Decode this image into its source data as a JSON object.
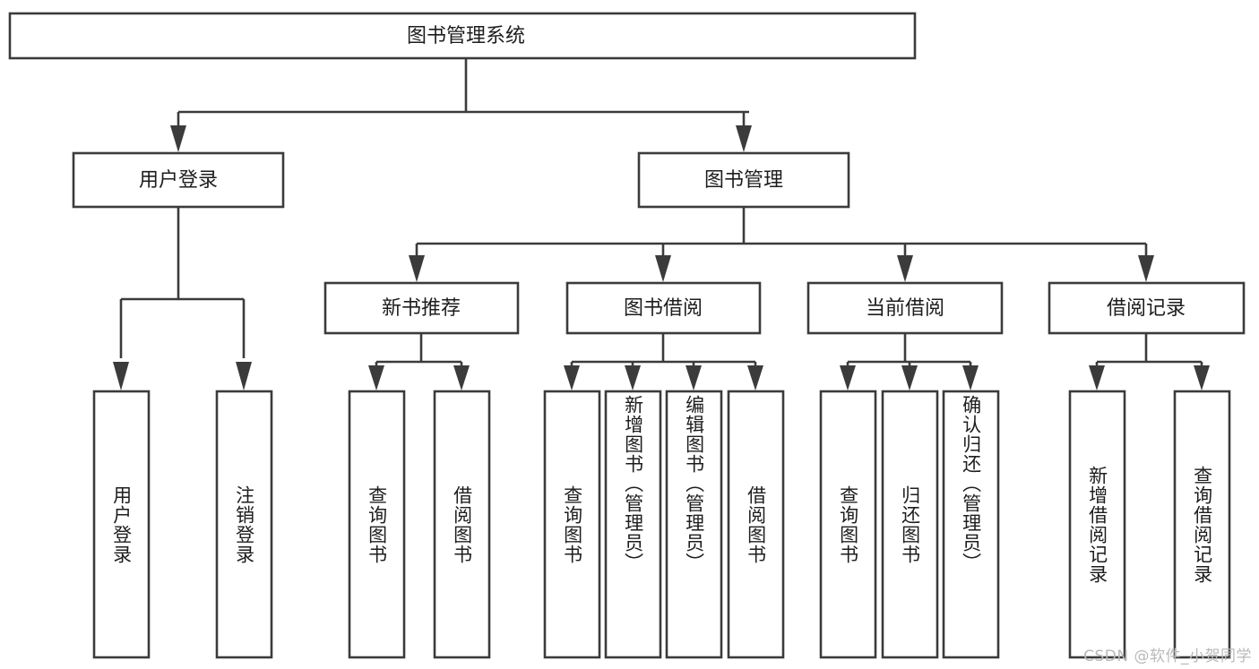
{
  "diagram": {
    "title": "图书管理系统",
    "watermark": "CSDN @软件_小贺同学",
    "type": "tree",
    "orientation": "top-down",
    "background_color": "#ffffff",
    "stroke_color": "#3b3b3b",
    "fill_color": "#ffffff",
    "text_color": "#1d1d1d",
    "root": {
      "id": "root",
      "label": "图书管理系统",
      "orientation": "horizontal"
    },
    "level2": [
      {
        "id": "user-login",
        "label": "用户登录",
        "orientation": "horizontal"
      },
      {
        "id": "book-management",
        "label": "图书管理",
        "orientation": "horizontal"
      }
    ],
    "level3": [
      {
        "id": "new-book-recommend",
        "label": "新书推荐",
        "parent": "book-management",
        "orientation": "horizontal"
      },
      {
        "id": "book-borrow",
        "label": "图书借阅",
        "parent": "book-management",
        "orientation": "horizontal"
      },
      {
        "id": "current-borrow",
        "label": "当前借阅",
        "parent": "book-management",
        "orientation": "horizontal"
      },
      {
        "id": "borrow-record",
        "label": "借阅记录",
        "parent": "book-management",
        "orientation": "horizontal"
      }
    ],
    "leaves": [
      {
        "id": "leaf-user-login",
        "label": "用户登录",
        "parent": "user-login",
        "orientation": "vertical"
      },
      {
        "id": "leaf-logout-login",
        "label": "注销登录",
        "parent": "user-login",
        "orientation": "vertical"
      },
      {
        "id": "leaf-query-book-1",
        "label": "查询图书",
        "parent": "new-book-recommend",
        "orientation": "vertical"
      },
      {
        "id": "leaf-borrow-book-1",
        "label": "借阅图书",
        "parent": "new-book-recommend",
        "orientation": "vertical"
      },
      {
        "id": "leaf-query-book-2",
        "label": "查询图书",
        "parent": "book-borrow",
        "orientation": "vertical"
      },
      {
        "id": "leaf-add-book",
        "label": "新增图书（管理员）",
        "parent": "book-borrow",
        "orientation": "vertical"
      },
      {
        "id": "leaf-edit-book",
        "label": "编辑图书（管理员）",
        "parent": "book-borrow",
        "orientation": "vertical"
      },
      {
        "id": "leaf-borrow-book-2",
        "label": "借阅图书",
        "parent": "book-borrow",
        "orientation": "vertical"
      },
      {
        "id": "leaf-query-book-3",
        "label": "查询图书",
        "parent": "current-borrow",
        "orientation": "vertical"
      },
      {
        "id": "leaf-return-book",
        "label": "归还图书",
        "parent": "current-borrow",
        "orientation": "vertical"
      },
      {
        "id": "leaf-confirm-return",
        "label": "确认归还（管理员）",
        "parent": "current-borrow",
        "orientation": "vertical"
      },
      {
        "id": "leaf-add-record",
        "label": "新增借阅记录",
        "parent": "borrow-record",
        "orientation": "vertical"
      },
      {
        "id": "leaf-query-record",
        "label": "查询借阅记录",
        "parent": "borrow-record",
        "orientation": "vertical"
      }
    ]
  }
}
